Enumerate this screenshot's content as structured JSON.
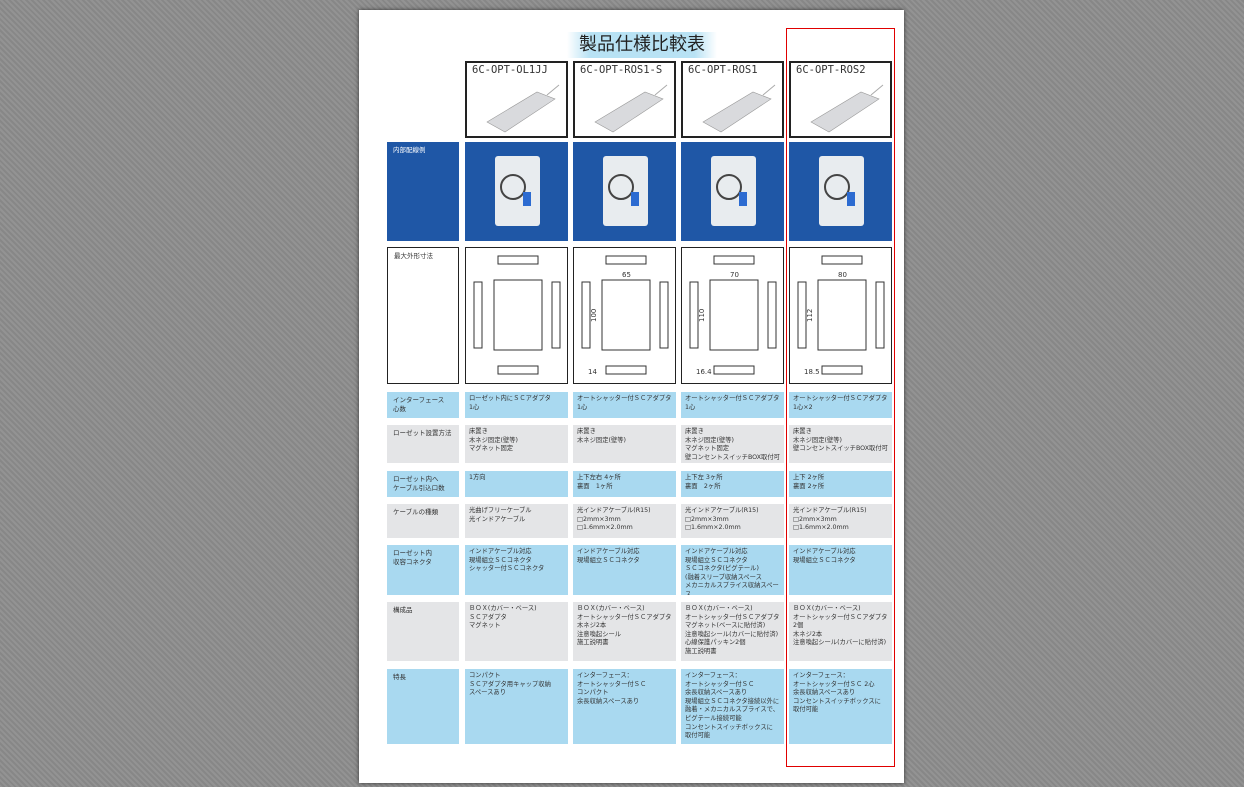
{
  "title": "製品仕様比較表",
  "models": [
    "6C-OPT-OL1JJ",
    "6C-OPT-ROS1-S",
    "6C-OPT-ROS1",
    "6C-OPT-ROS2"
  ],
  "row_labels": {
    "interior": "内部配線例",
    "dimensions": "最大外形寸法",
    "interface": "インターフェース\n心数",
    "install": "ローゼット設置方法",
    "cable_in": "ローゼット内へ\nケーブル引込口数",
    "cable_type": "ケーブルの種類",
    "connector": "ローゼット内\n収容コネクタ",
    "components": "構成品",
    "features": "特長"
  },
  "dimension_labels": [
    {
      "width": "",
      "height": "",
      "depth": ""
    },
    {
      "width": "65",
      "height": "100",
      "depth": "14"
    },
    {
      "width": "70",
      "height": "110",
      "depth": "16.4"
    },
    {
      "width": "80",
      "height": "112",
      "depth": "18.5"
    }
  ],
  "interface": [
    "ローゼット内にＳＣアダプタ\n1心",
    "オートシャッター付ＳＣアダプタ\n1心",
    "オートシャッター付ＳＣアダプタ\n1心",
    "オートシャッター付ＳＣアダプタ\n1心×2"
  ],
  "install": [
    "床置き\n木ネジ固定(壁等)\nマグネット固定",
    "床置き\n木ネジ固定(壁等)",
    "床置き\n木ネジ固定(壁等)\nマグネット固定\n壁コンセントスイッチBOX取付可",
    "床置き\n木ネジ固定(壁等)\n壁コンセントスイッチBOX取付可"
  ],
  "cable_in": [
    "1方向",
    "上下左右 4ヶ所\n裏面　1ヶ所",
    "上下左 3ヶ所\n裏面　2ヶ所",
    "上下 2ヶ所\n裏面 2ヶ所"
  ],
  "cable_type": [
    "光曲げフリーケーブル\n光インドアケーブル",
    "光インドアケーブル(R15)\n□2mm×3mm\n□1.6mm×2.0mm",
    "光インドアケーブル(R15)\n□2mm×3mm\n□1.6mm×2.0mm",
    "光インドアケーブル(R15)\n□2mm×3mm\n□1.6mm×2.0mm"
  ],
  "connector": [
    "インドアケーブル対応\n現場組立ＳＣコネクタ\nシャッター付ＳＣコネクタ",
    "インドアケーブル対応\n現場組立ＳＣコネクタ",
    "インドアケーブル対応\n現場組立ＳＣコネクタ\nＳＣコネクタ(ピグテール)\n(融着スリーブ収納スペース\n メカニカルスプライス収納スペース",
    "インドアケーブル対応\n現場組立ＳＣコネクタ"
  ],
  "components": [
    "ＢＯＸ(カバー・ベース)\nＳＣアダプタ\nマグネット",
    "ＢＯＸ(カバー・ベース)\nオートシャッター付ＳＣアダプタ\n木ネジ2本\n注意喚起シール\n施工説明書",
    "ＢＯＸ(カバー・ベース)\nオートシャッター付ＳＣアダプタ\nマグネット(ベースに貼付済)\n注意喚起シール(カバーに貼付済)\n心線保護パッキン2個\n施工説明書",
    "ＢＯＸ(カバー・ベース)\nオートシャッター付ＳＣアダプタ2個\n木ネジ2本\n注意喚起シール(カバーに貼付済)"
  ],
  "features": [
    "コンパクト\nＳＣアダプタ用キャップ収納\nスペースあり",
    "インターフェース：\nオートシャッター付ＳＣ\nコンパクト\n余長収納スペースあり",
    "インターフェース：\nオートシャッター付ＳＣ\n余長収納スペースあり\n現場組立ＳＣコネクタ接続以外に\n融着・メカニカルスプライスで、\nピグテール接続可能\nコンセントスイッチボックスに\n取付可能",
    "インターフェース：\nオートシャッター付ＳＣ 2心\n余長収納スペースあり\nコンセントスイッチボックスに\n取付可能"
  ]
}
